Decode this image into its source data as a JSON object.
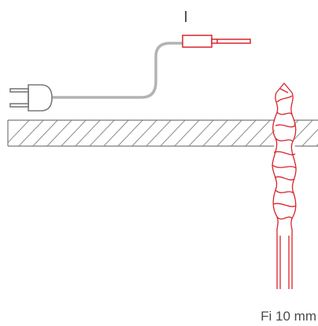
{
  "diagram": {
    "marker_label": "I",
    "drill_size_label": "Fi 10 mm"
  },
  "colors": {
    "red": "#d8232a",
    "cable_gray": "#b3b3b3",
    "line_gray": "#7a7a7a",
    "text": "#4a4a4a"
  },
  "icons": [
    "power-plug-icon",
    "cable",
    "red-pin-probe",
    "hatched-wall-section",
    "drill-bit-icon"
  ]
}
